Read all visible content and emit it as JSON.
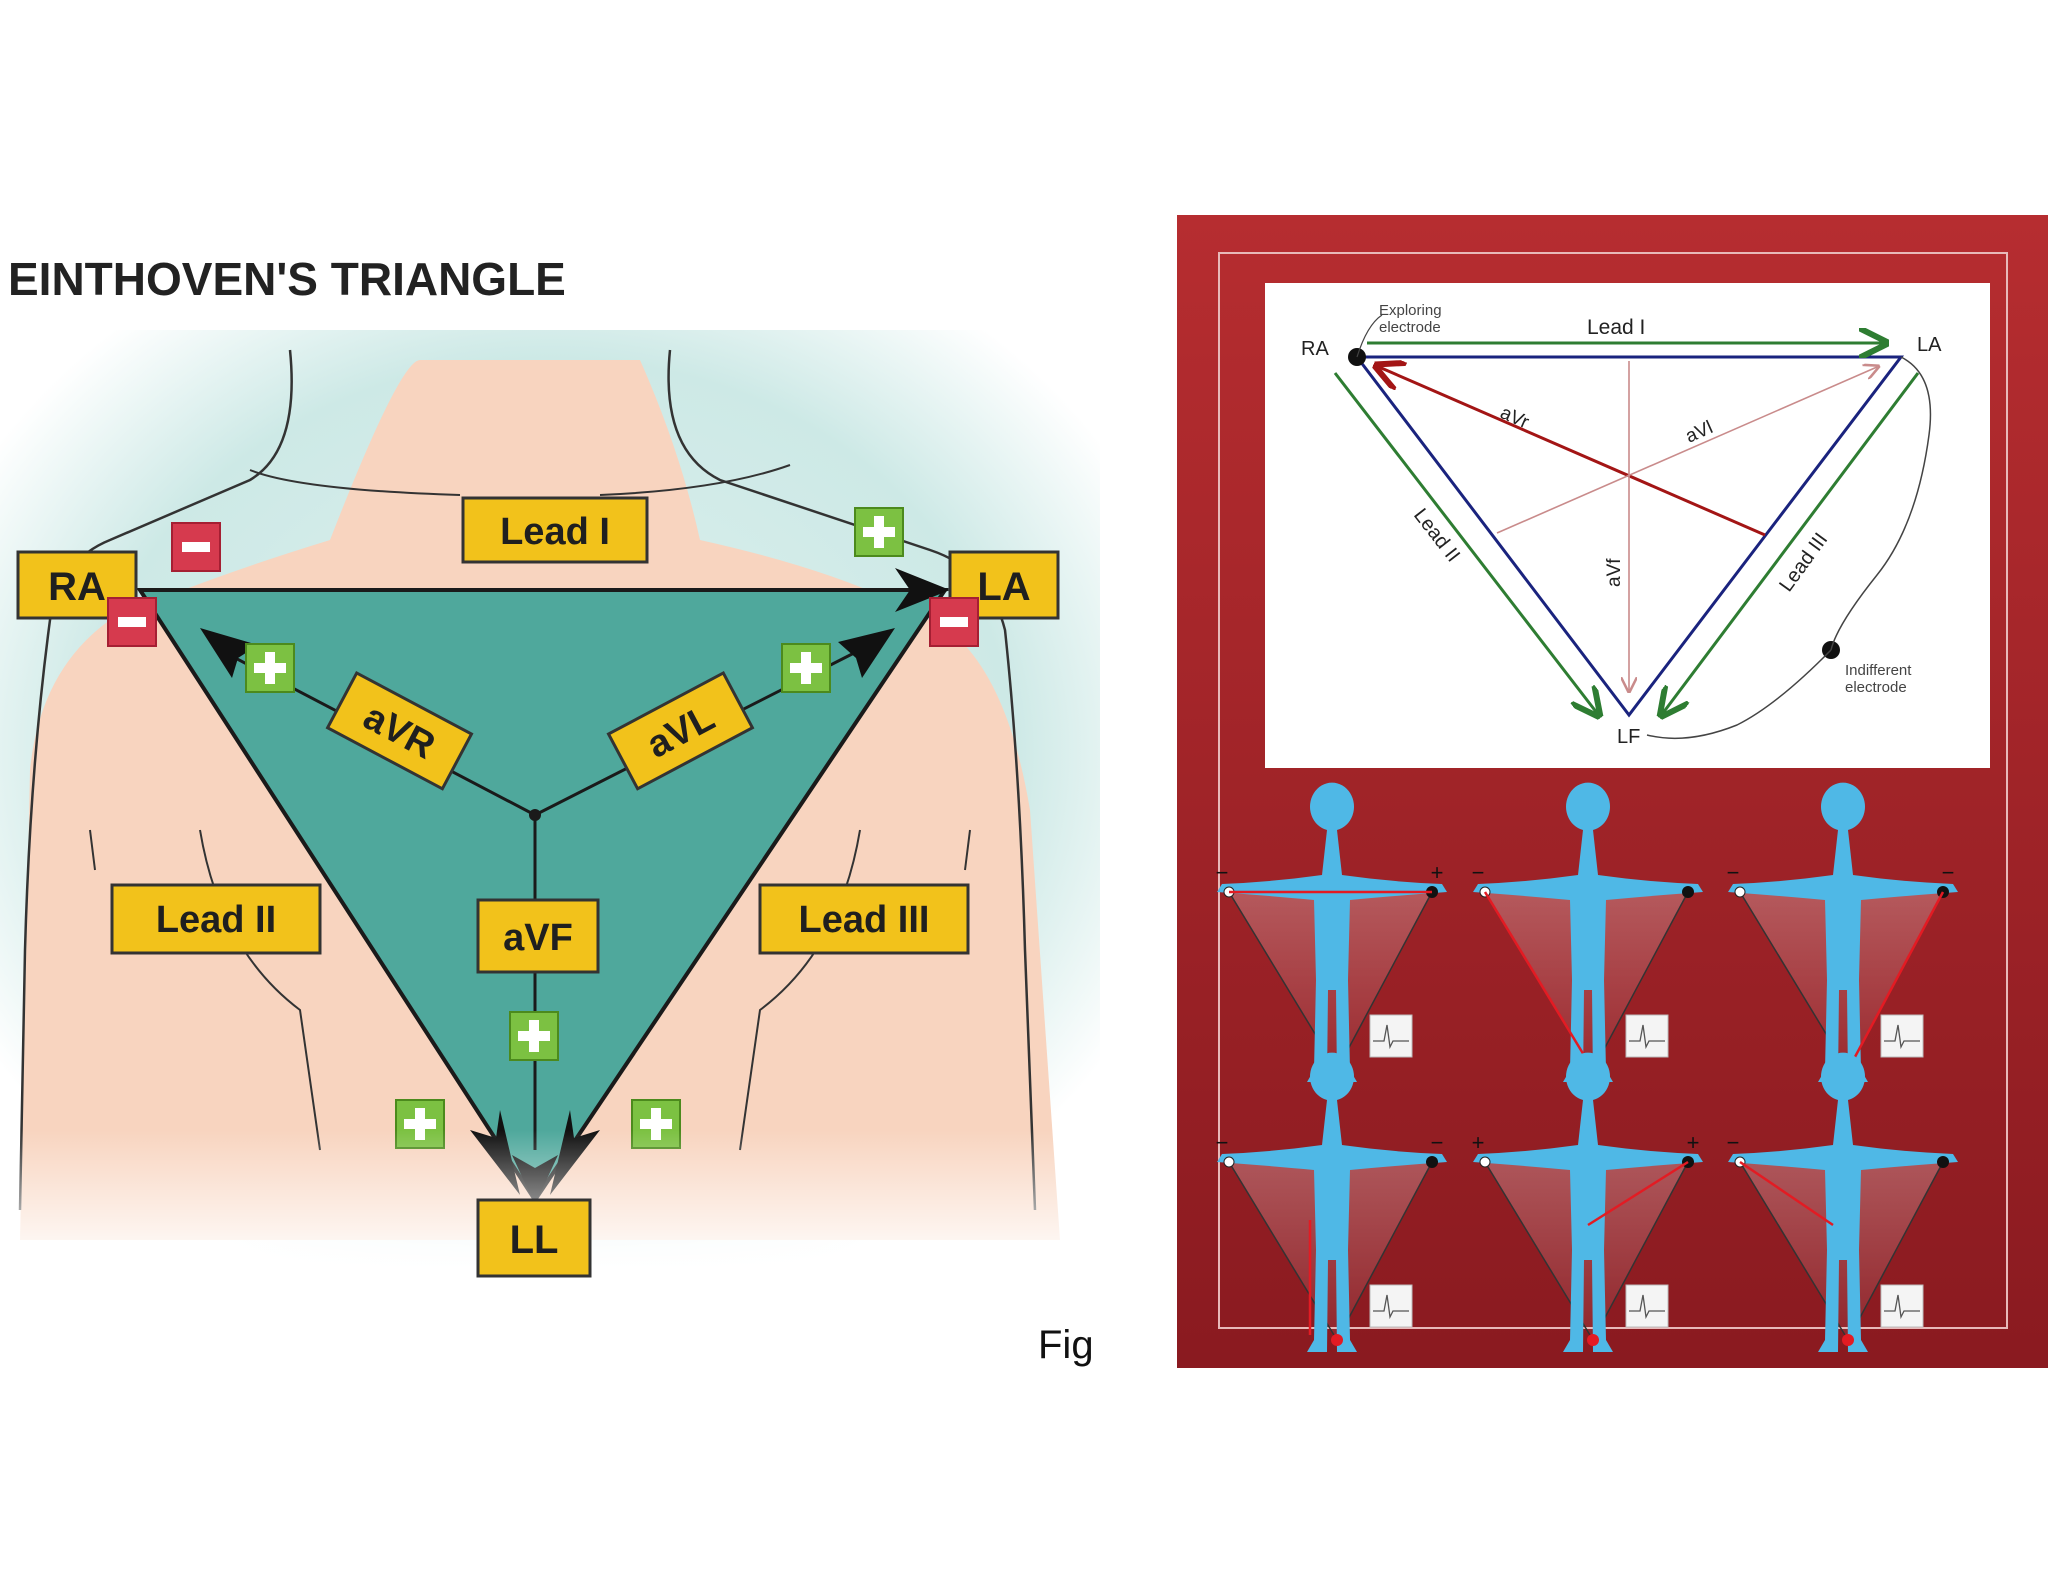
{
  "einthoven": {
    "title": "EINTHOVEN'S TRIANGLE",
    "electrodes": {
      "ra": "RA",
      "la": "LA",
      "ll": "LL"
    },
    "leads": {
      "lead1": "Lead I",
      "lead2": "Lead II",
      "lead3": "Lead III",
      "avr": "aVR",
      "avl": "aVL",
      "avf": "aVF"
    },
    "caption_fragment": "Fig",
    "colors": {
      "triangle": "#4fa89c",
      "label_fill": "#f2c21b",
      "plus_fill": "#7cc142",
      "minus_fill": "#d63a4e",
      "skin": "#f8d4bf"
    }
  },
  "schematic": {
    "nodes": {
      "ra": "RA",
      "la": "LA",
      "lf": "LF"
    },
    "annotations": {
      "exploring_line1": "Exploring",
      "exploring_line2": "electrode",
      "indifferent_line1": "Indifferent",
      "indifferent_line2": "electrode"
    },
    "leads": {
      "lead1": "Lead I",
      "lead2": "Lead II",
      "lead3": "Lead III",
      "avr": "aVr",
      "avl": "aVl",
      "avf": "aVf"
    },
    "colors": {
      "frame": "#b12a2d",
      "triangle": "#1a237e",
      "lead_arrows": "#2e7d32",
      "avr": "#a31515",
      "augmented": "#c98b8b"
    }
  },
  "figures": {
    "signs": [
      "−",
      "+",
      "−",
      "−",
      "−",
      "−",
      "−",
      "+",
      "+",
      "−"
    ],
    "colors": {
      "body": "#4fb8e6",
      "active": "#e31b23"
    }
  }
}
